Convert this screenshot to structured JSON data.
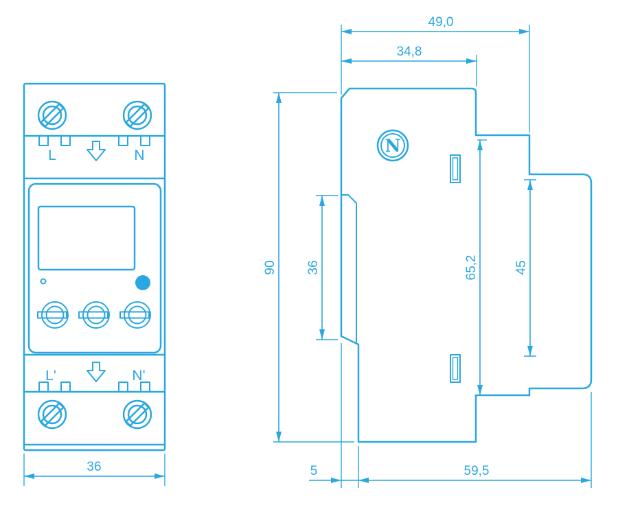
{
  "meta": {
    "line_color": "#2AA7E1",
    "background": "#FFFFFF",
    "drawing_type": "dimensional drawing, front and side view of DIN-rail device"
  },
  "front_view": {
    "terminals_top": {
      "left_label": "L",
      "right_label": "N"
    },
    "terminals_bottom": {
      "left_label": "L'",
      "right_label": "N'"
    },
    "dim_width": "36"
  },
  "side_view": {
    "logo_letter": "N",
    "dim_overall_width": "49,0",
    "dim_front_width": "34,8",
    "dim_overall_height": "90",
    "dim_module_height": "36",
    "dim_body_height": "65,2",
    "dim_rail_height": "45",
    "dim_front_depth": "5",
    "dim_body_depth": "59,5"
  }
}
